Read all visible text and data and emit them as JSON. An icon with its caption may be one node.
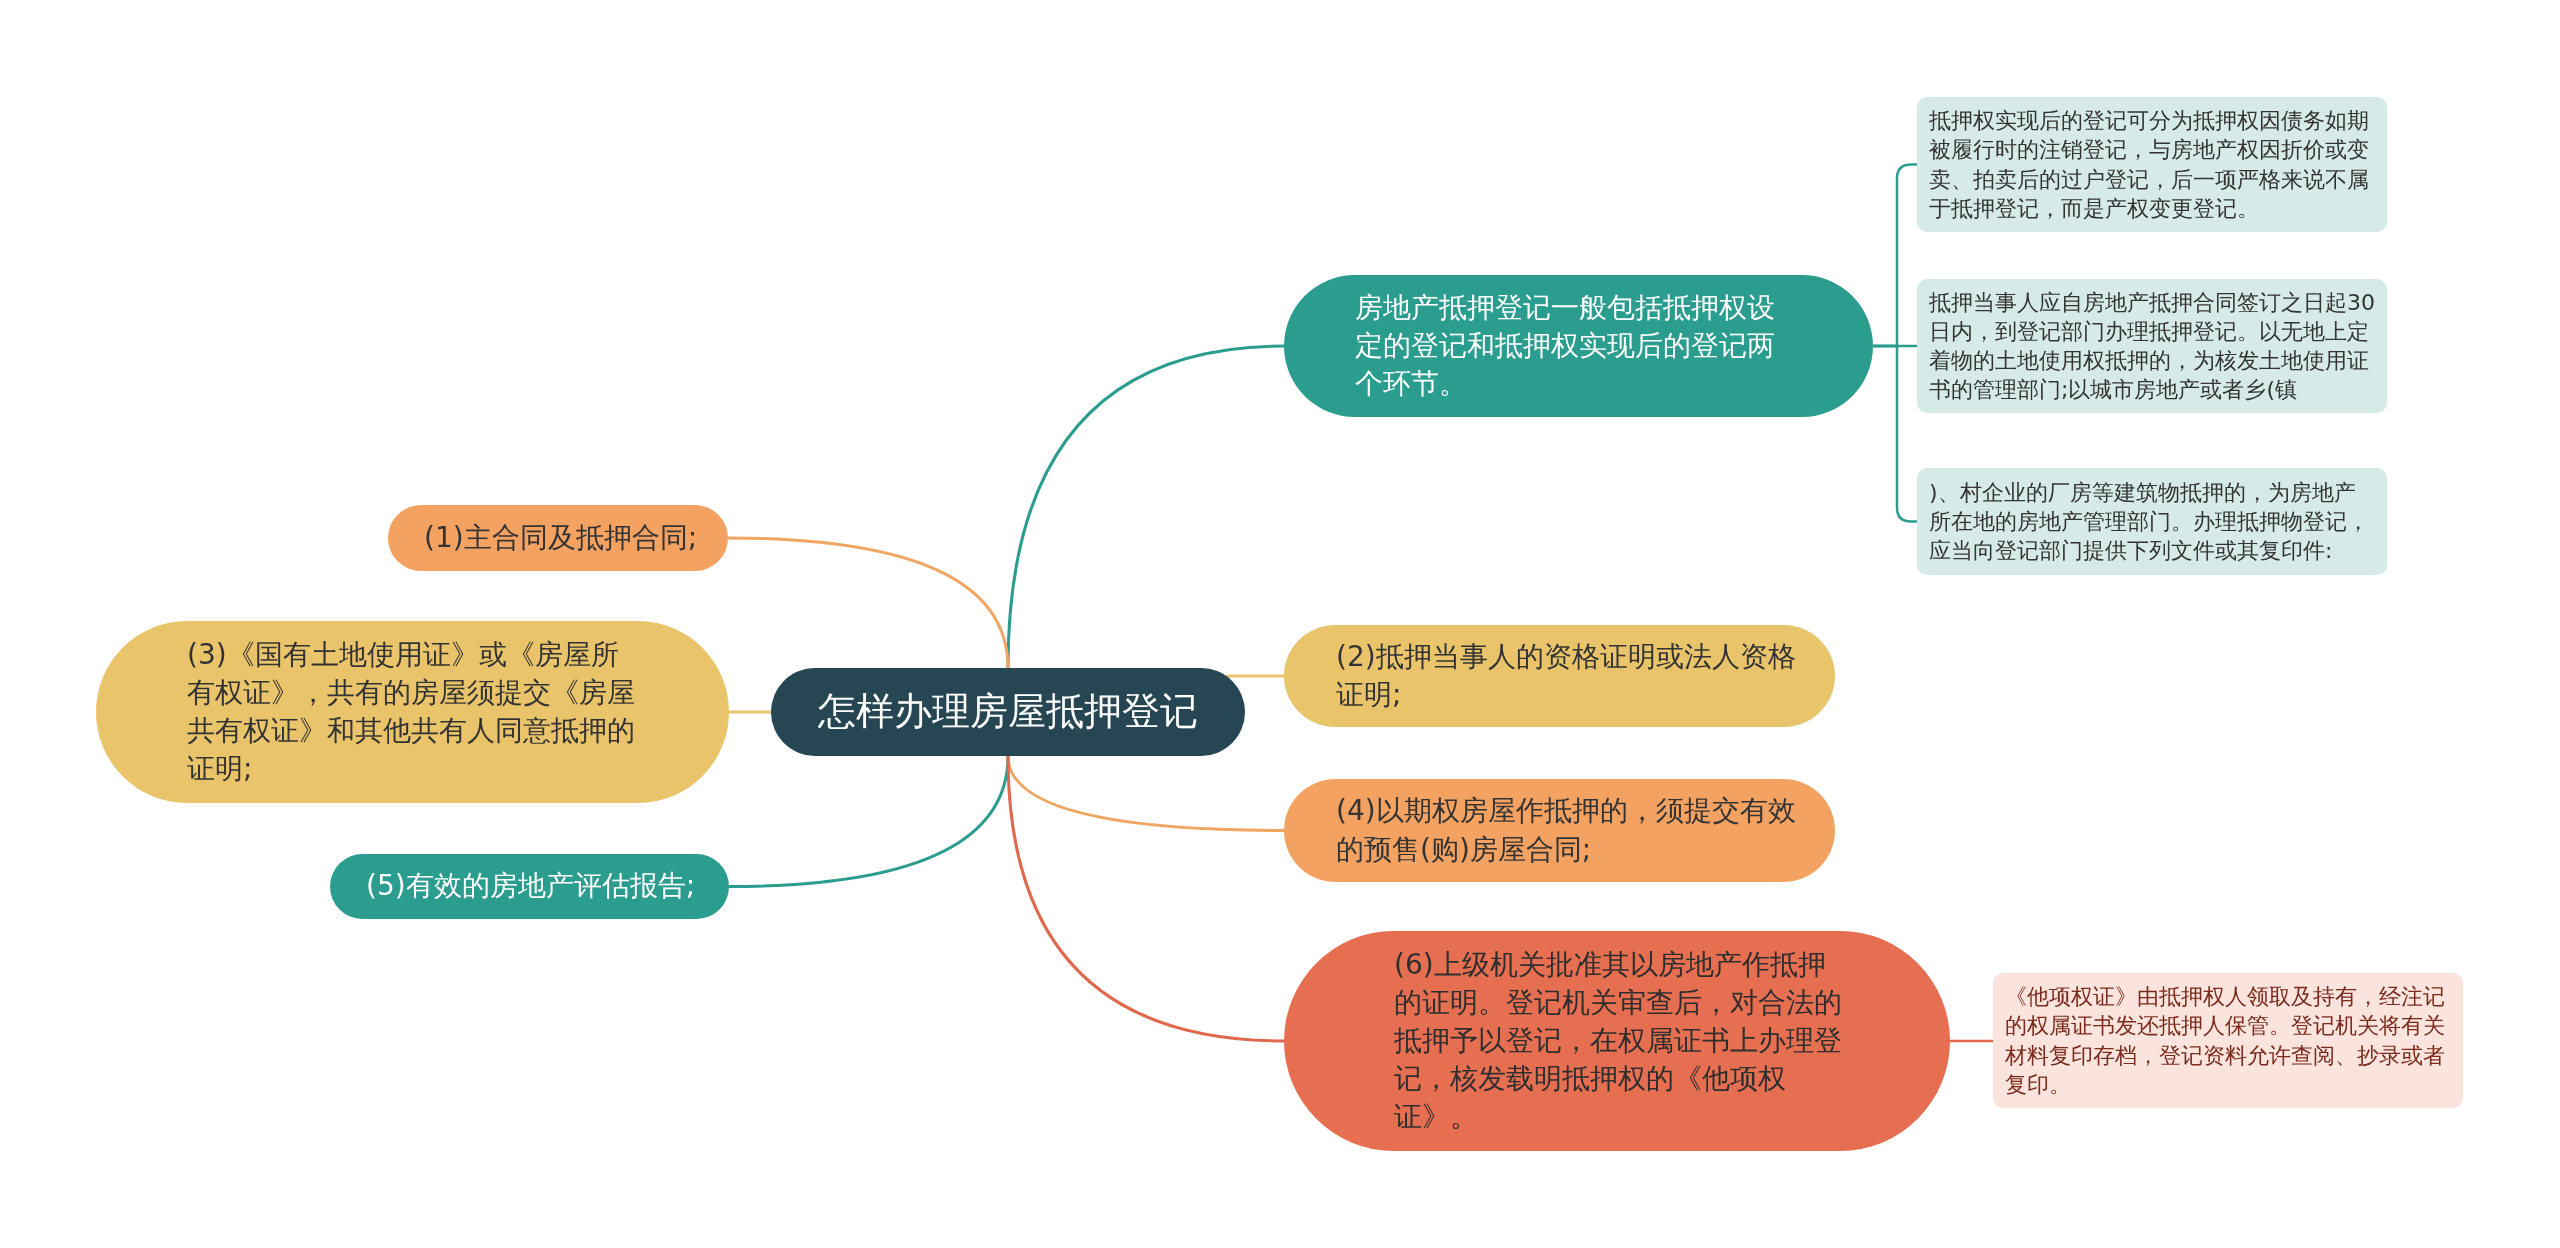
{
  "diagram": {
    "nodes": [
      {
        "text": [
          "怎样办理房屋抵押登记"
        ]
      },
      {
        "text": [
          "房地产抵押登记一般包括抵押权设定的登记和抵押权实现后的登记两个环节。"
        ]
      },
      {
        "text": [
          "抵押权实现后的登记可分为抵押权因债务如期被履行时的注销登记，与房地产权因折价或变卖、拍卖后的过户登记，后一项严格来说不属于抵押登记，而是产权变更登记。"
        ]
      },
      {
        "text": [
          "抵押当事人应自房地产抵押合同签订之日起30日内，到登记部门办理抵押登记。以无地上定着物的土地使用权抵押的，为核发土地使用证书的管理部门;以城市房地产或者乡(镇"
        ]
      },
      {
        "text": [
          ")、村企业的厂房等建筑物抵押的，为房地产所在地的房地产管理部门。办理抵押物登记，应当向登记部门提供下列文件或其复印件:"
        ]
      },
      {
        "text": [
          "(1)主合同及抵押合同;"
        ]
      },
      {
        "text": [
          "(2)抵押当事人的资格证明或法人资格证明;"
        ]
      },
      {
        "text": [
          "(3)《国有土地使用证》或《房屋所有权证》，共有的房屋须提交《房屋共有权证》和其他共有人同意抵押的证明;"
        ]
      },
      {
        "text": [
          "(4)以期权房屋作抵押的，须提交有效的预售(购)房屋合同;"
        ]
      },
      {
        "text": [
          "(5)有效的房地产评估报告;"
        ]
      },
      {
        "text": [
          "(6)上级机关批准其以房地产作抵押的证明。登记机关审查后，对合法的抵押予以登记，在权属证书上办理登记，核发载明抵押权的《他项权证》。"
        ]
      },
      {
        "text": [
          "《他项权证》由抵押权人领取及持有，经注记的权属证书发还抵押人保管。登记机关将有关材料复印存档，登记资料允许查阅、抄录或者复印。"
        ]
      }
    ],
    "edges": [
      {
        "from": 0,
        "to": 1,
        "arrow": "none"
      },
      {
        "from": 1,
        "to": 2,
        "arrow": "none"
      },
      {
        "from": 1,
        "to": 3,
        "arrow": "none"
      },
      {
        "from": 1,
        "to": 4,
        "arrow": "none"
      },
      {
        "from": 0,
        "to": 5,
        "arrow": "none",
        "color": "#f0a562"
      },
      {
        "from": 0,
        "to": 6,
        "arrow": "none",
        "color": "#e9c46a"
      },
      {
        "from": 0,
        "to": 7,
        "arrow": "none",
        "color": "#e9c46a"
      },
      {
        "from": 0,
        "to": 8,
        "arrow": "none",
        "color": "#f0a562"
      },
      {
        "from": 0,
        "to": 9,
        "arrow": "none"
      },
      {
        "from": 0,
        "to": 10,
        "arrow": "none",
        "color": "#e0694d"
      },
      {
        "from": 10,
        "to": 11,
        "arrow": "none",
        "color": "#e0694d"
      }
    ]
  }
}
